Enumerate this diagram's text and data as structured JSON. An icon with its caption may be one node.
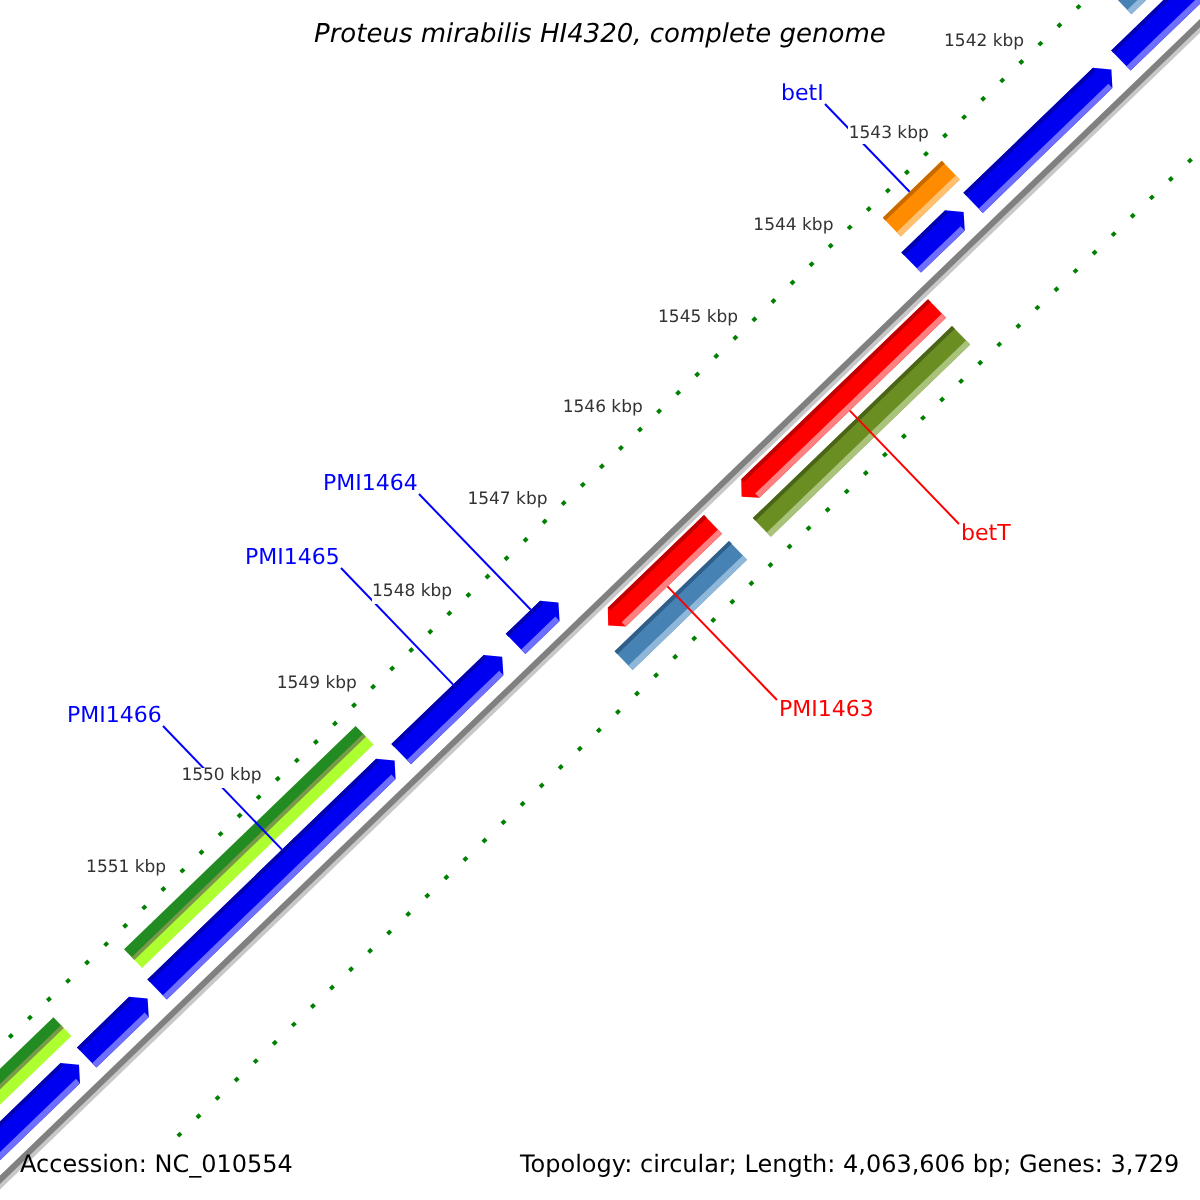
{
  "diagram": {
    "title": "Proteus mirabilis HI4320, complete genome",
    "nodes": [
      {
        "text": [
          "betI"
        ]
      },
      {
        "text": [],
        "shape": "bar"
      },
      {
        "text": [
          "PMI1464"
        ]
      },
      {
        "text": [],
        "shape": "arrow"
      },
      {
        "text": [
          "PMI1465"
        ]
      },
      {
        "text": [],
        "shape": "arrow"
      },
      {
        "text": [
          "PMI1466"
        ]
      },
      {
        "text": [],
        "shape": "arrow"
      },
      {
        "text": [
          "betT"
        ]
      },
      {
        "text": [],
        "shape": "arrow"
      },
      {
        "text": [
          "PMI1463"
        ]
      },
      {
        "text": [],
        "shape": "arrow"
      },
      {
        "text": [],
        "shape": "bar"
      },
      {
        "text": [],
        "shape": "arrow"
      },
      {
        "text": [],
        "shape": "arrow"
      },
      {
        "text": [],
        "shape": "arrow"
      },
      {
        "text": [],
        "shape": "bar"
      },
      {
        "text": [],
        "shape": "bar"
      },
      {
        "text": [],
        "shape": "bar"
      },
      {
        "text": [],
        "shape": "bar"
      },
      {
        "text": [],
        "shape": "arrow"
      },
      {
        "text": [],
        "shape": "arrow"
      }
    ],
    "edges": [
      {
        "from": 0,
        "to": 1,
        "arrow": "none",
        "color": "#0000ff"
      },
      {
        "from": 2,
        "to": 3,
        "arrow": "none",
        "color": "#0000ff"
      },
      {
        "from": 4,
        "to": 5,
        "arrow": "none",
        "color": "#0000ff"
      },
      {
        "from": 6,
        "to": 7,
        "arrow": "none",
        "color": "#0000ff"
      },
      {
        "from": 8,
        "to": 9,
        "arrow": "none",
        "color": "#ff0000"
      },
      {
        "from": 10,
        "to": 11,
        "arrow": "none",
        "color": "#ff0000"
      }
    ],
    "labels": [
      "1542 kbp",
      "1543 kbp",
      "1544 kbp",
      "1545 kbp",
      "1546 kbp",
      "1547 kbp",
      "1548 kbp",
      "1549 kbp",
      "1550 kbp",
      "1551 kbp",
      "Accession: NC_010554",
      "Topology: circular; Length: 4,063,606 bp; Genes: 3,729"
    ]
  }
}
